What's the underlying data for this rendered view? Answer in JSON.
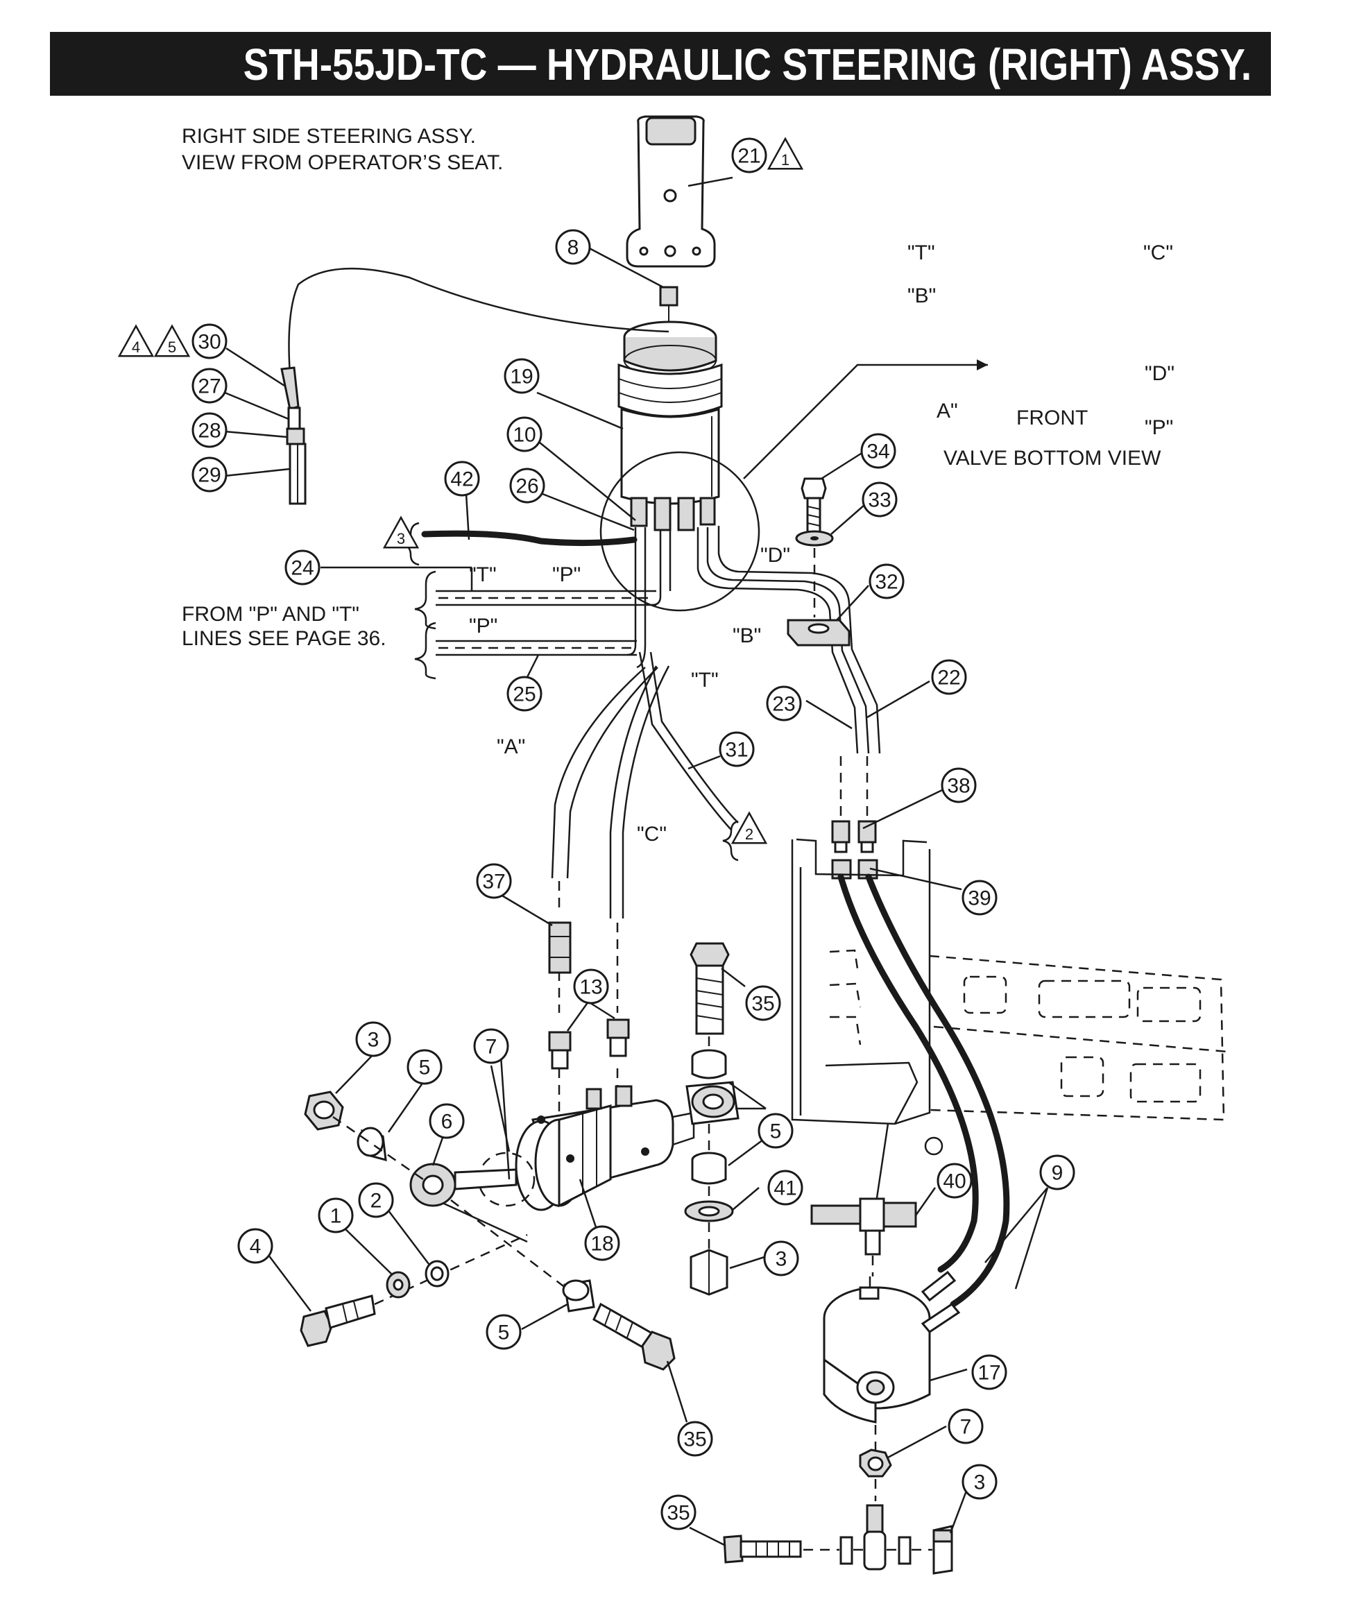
{
  "header": {
    "title": "STH-55JD-TC — HYDRAULIC STEERING (RIGHT) ASSY."
  },
  "caption": {
    "line1": "RIGHT SIDE STEERING ASSY.",
    "line2": "VIEW FROM OPERATOR’S SEAT."
  },
  "lines_note": {
    "line1": "FROM \"P\" AND \"T\"",
    "line2": "LINES SEE PAGE 36."
  },
  "valve_view": {
    "title": "VALVE BOTTOM VIEW",
    "front": "FRONT",
    "port_t": "\"T\"",
    "port_c": "\"C\"",
    "port_b": "\"B\"",
    "port_d": "\"D\"",
    "port_a": "A\"",
    "port_p": "\"P\""
  },
  "line_labels": {
    "t_upper": "\"T\"",
    "p_upper": "\"P\"",
    "p_lower": "\"P\"",
    "d": "\"D\"",
    "b": "\"B\"",
    "t_lower": "\"T\"",
    "a": "\"A\"",
    "c": "\"C\""
  },
  "callouts": [
    {
      "id": "c21",
      "label": "21"
    },
    {
      "id": "c8",
      "label": "8"
    },
    {
      "id": "c30",
      "label": "30"
    },
    {
      "id": "c27",
      "label": "27"
    },
    {
      "id": "c28",
      "label": "28"
    },
    {
      "id": "c29",
      "label": "29"
    },
    {
      "id": "c19",
      "label": "19"
    },
    {
      "id": "c10",
      "label": "10"
    },
    {
      "id": "c26",
      "label": "26"
    },
    {
      "id": "c42",
      "label": "42"
    },
    {
      "id": "c24",
      "label": "24"
    },
    {
      "id": "c25",
      "label": "25"
    },
    {
      "id": "c34",
      "label": "34"
    },
    {
      "id": "c33",
      "label": "33"
    },
    {
      "id": "c32",
      "label": "32"
    },
    {
      "id": "c22",
      "label": "22"
    },
    {
      "id": "c23",
      "label": "23"
    },
    {
      "id": "c31",
      "label": "31"
    },
    {
      "id": "c38",
      "label": "38"
    },
    {
      "id": "c39",
      "label": "39"
    },
    {
      "id": "c37",
      "label": "37"
    },
    {
      "id": "c35a",
      "label": "35"
    },
    {
      "id": "c13",
      "label": "13"
    },
    {
      "id": "c3a",
      "label": "3"
    },
    {
      "id": "c5a",
      "label": "5"
    },
    {
      "id": "c7a",
      "label": "7"
    },
    {
      "id": "c6",
      "label": "6"
    },
    {
      "id": "c5b",
      "label": "5"
    },
    {
      "id": "c41",
      "label": "41"
    },
    {
      "id": "c40",
      "label": "40"
    },
    {
      "id": "c9",
      "label": "9"
    },
    {
      "id": "c1",
      "label": "1"
    },
    {
      "id": "c2",
      "label": "2"
    },
    {
      "id": "c4",
      "label": "4"
    },
    {
      "id": "c18",
      "label": "18"
    },
    {
      "id": "c3b",
      "label": "3"
    },
    {
      "id": "c5c",
      "label": "5"
    },
    {
      "id": "c17",
      "label": "17"
    },
    {
      "id": "c35b",
      "label": "35"
    },
    {
      "id": "c7b",
      "label": "7"
    },
    {
      "id": "c3c",
      "label": "3"
    },
    {
      "id": "c35c",
      "label": "35"
    }
  ],
  "notes": [
    {
      "id": "n1",
      "label": "1"
    },
    {
      "id": "n4",
      "label": "4"
    },
    {
      "id": "n5",
      "label": "5"
    },
    {
      "id": "n3",
      "label": "3"
    },
    {
      "id": "n2",
      "label": "2"
    }
  ]
}
